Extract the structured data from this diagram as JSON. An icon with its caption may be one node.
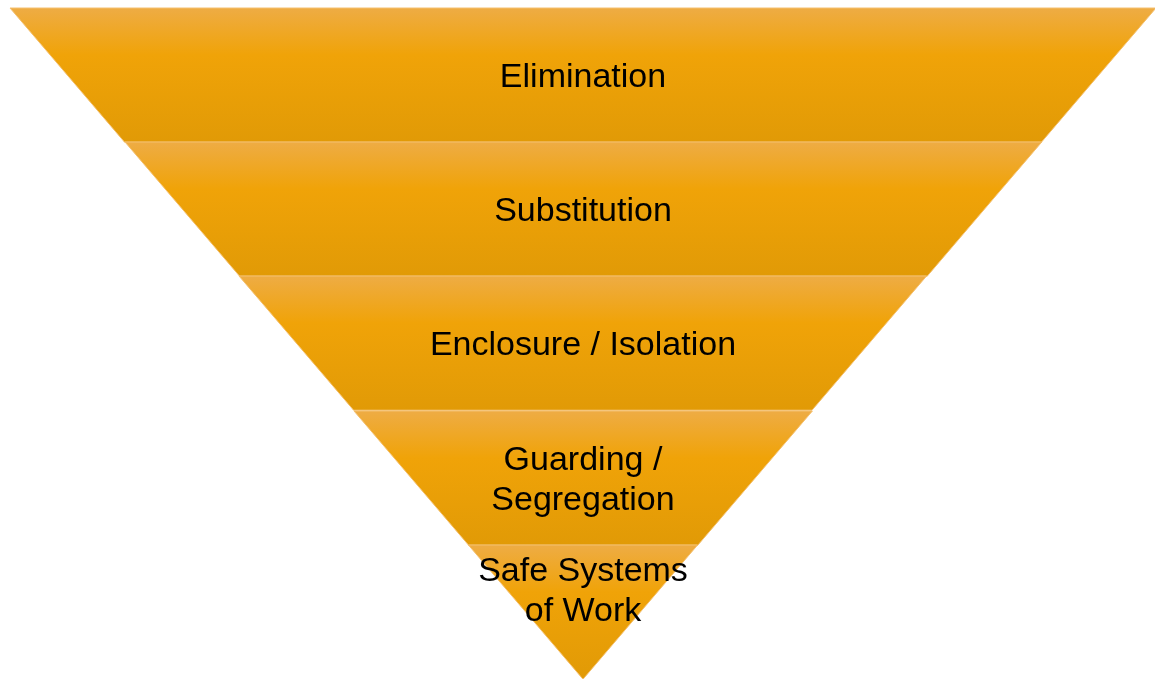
{
  "diagram": {
    "nodes": [
      {
        "text": [
          "Elimination"
        ]
      },
      {
        "text": [
          "Substitution"
        ]
      },
      {
        "text": [
          "Enclosure / Isolation"
        ]
      },
      {
        "text": [
          "Guarding / Segregation"
        ]
      },
      {
        "text": [
          "Safe Systems of Work"
        ]
      }
    ]
  }
}
